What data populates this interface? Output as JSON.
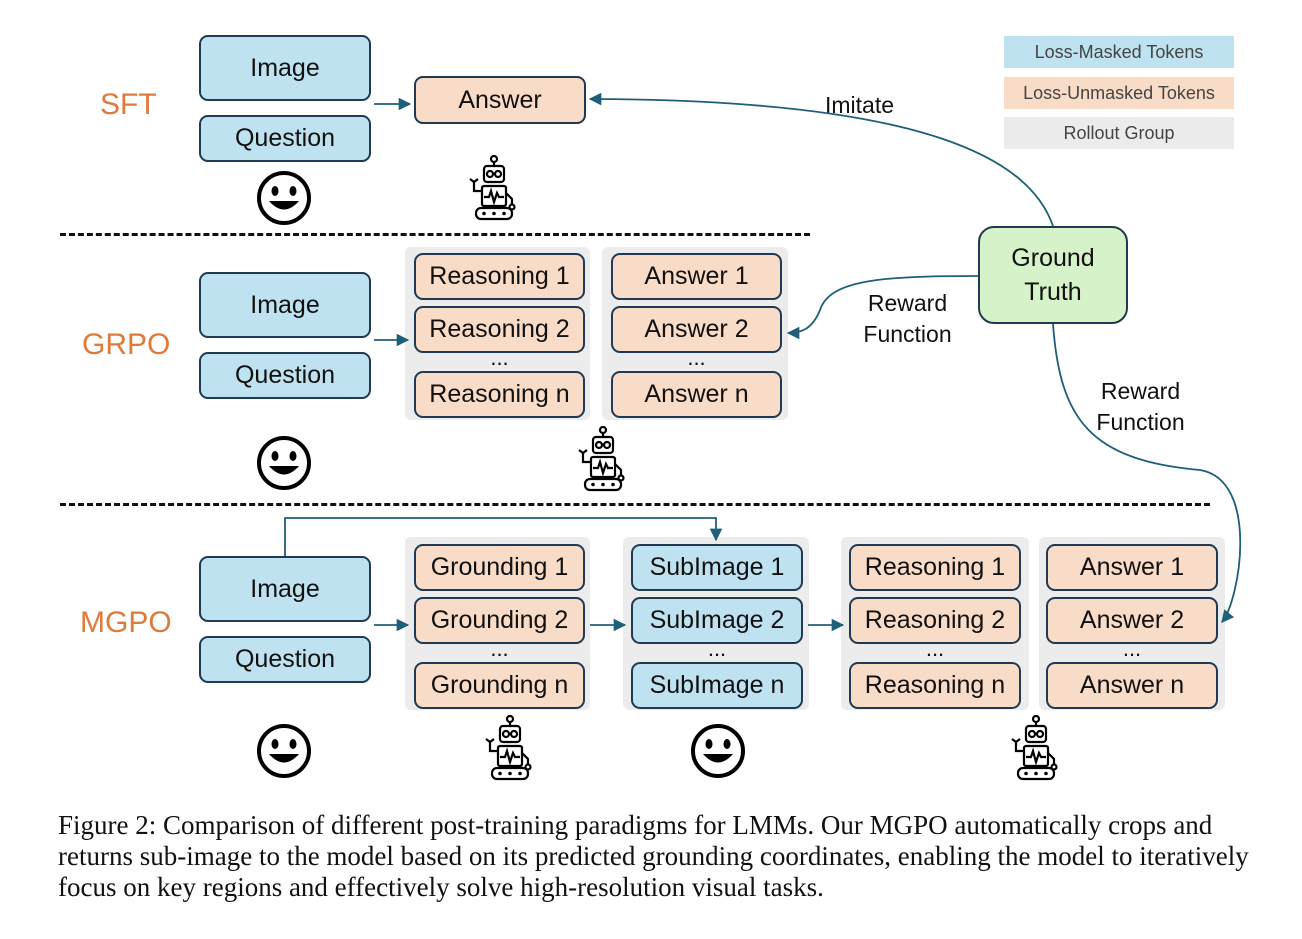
{
  "legend": {
    "masked": "Loss-Masked Tokens",
    "unmasked": "Loss-Unmasked Tokens",
    "rollout": "Rollout Group",
    "colors": {
      "masked": "#bfe2f0",
      "unmasked": "#f9dcc8",
      "rollout": "#ececec"
    }
  },
  "sft": {
    "label": "SFT",
    "image": "Image",
    "question": "Question",
    "answer": "Answer",
    "imitate": "Imitate"
  },
  "grpo": {
    "label": "GRPO",
    "image": "Image",
    "question": "Question",
    "reasoning": [
      "Reasoning 1",
      "Reasoning 2",
      "Reasoning n"
    ],
    "answers": [
      "Answer 1",
      "Answer 2",
      "Answer n"
    ],
    "dots": "..."
  },
  "mgpo": {
    "label": "MGPO",
    "image": "Image",
    "question": "Question",
    "grounding": [
      "Grounding 1",
      "Grounding 2",
      "Grounding n"
    ],
    "subimage": [
      "SubImage 1",
      "SubImage 2",
      "SubImage n"
    ],
    "reasoning": [
      "Reasoning 1",
      "Reasoning 2",
      "Reasoning n"
    ],
    "answers": [
      "Answer 1",
      "Answer 2",
      "Answer n"
    ],
    "dots": "..."
  },
  "ground_truth": {
    "line1": "Ground",
    "line2": "Truth"
  },
  "reward_function_grpo": {
    "line1": "Reward",
    "line2": "Function"
  },
  "reward_function_mgpo": {
    "line1": "Reward",
    "line2": "Function"
  },
  "icons": {
    "human": "smiley-face-icon",
    "model": "robot-icon"
  },
  "caption": "Figure 2: Comparison of different post-training paradigms for LMMs. Our MGPO automatically crops and returns sub-image to the model based on its predicted grounding coordinates, enabling the model to iteratively focus on key regions and effectively solve high-resolution visual tasks."
}
